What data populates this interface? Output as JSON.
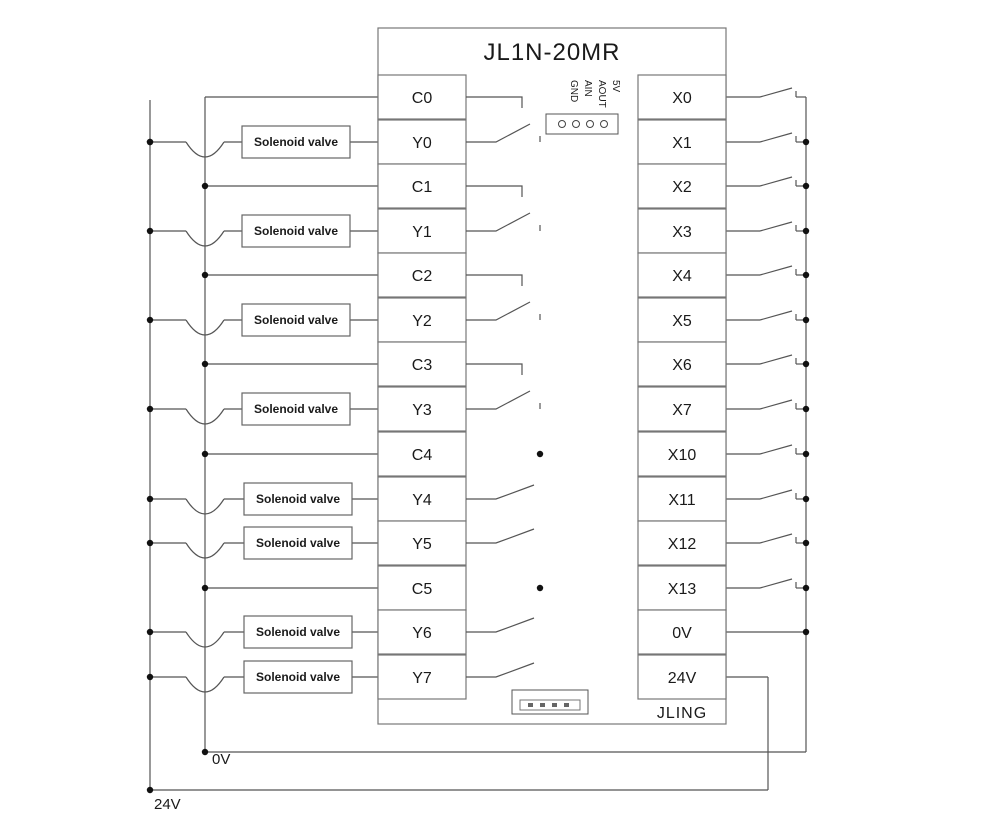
{
  "title": "JL1N-20MR",
  "brand": "JLING",
  "connector_pins": [
    "5V",
    "AOUT",
    "AIN",
    "GND"
  ],
  "left_terminals": [
    "C0",
    "Y0",
    "C1",
    "Y1",
    "C2",
    "Y2",
    "C3",
    "Y3",
    "C4",
    "Y4",
    "Y5",
    "C5",
    "Y6",
    "Y7"
  ],
  "right_terminals": [
    "X0",
    "X1",
    "X2",
    "X3",
    "X4",
    "X5",
    "X6",
    "X7",
    "X10",
    "X11",
    "X12",
    "X13",
    "0V",
    "24V"
  ],
  "valve_label": "Solenoid valve",
  "rail_0v": "0V",
  "rail_24v": "24V"
}
